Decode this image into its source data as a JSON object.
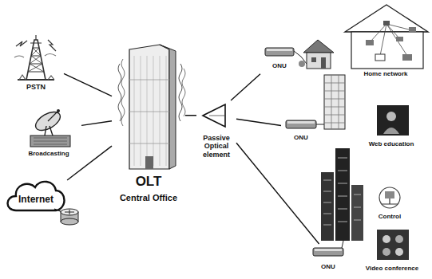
{
  "diagram": {
    "nodes": [
      {
        "text": [
          "PSTN"
        ]
      },
      {
        "text": [
          "Broadcasting"
        ]
      },
      {
        "text": [
          "Internet"
        ]
      },
      {
        "text": [
          "OLT",
          "Central Office"
        ]
      },
      {
        "text": [
          "Passive Optical element"
        ]
      },
      {
        "text": [
          "ONU"
        ]
      },
      {
        "text": [
          "ONU"
        ]
      },
      {
        "text": [
          "ONU"
        ]
      },
      {
        "text": [
          "Home network"
        ]
      },
      {
        "text": [
          "Web education"
        ]
      },
      {
        "text": [
          "Control"
        ]
      },
      {
        "text": [
          "Video conference"
        ]
      }
    ],
    "edges": [
      {
        "from": 0,
        "to": 3,
        "arrow": "none"
      },
      {
        "from": 1,
        "to": 3,
        "arrow": "none"
      },
      {
        "from": 2,
        "to": 3,
        "arrow": "none"
      },
      {
        "from": 3,
        "to": 4,
        "arrow": "none"
      },
      {
        "from": 4,
        "to": 5,
        "arrow": "none"
      },
      {
        "from": 4,
        "to": 6,
        "arrow": "none"
      },
      {
        "from": 4,
        "to": 7,
        "arrow": "none"
      }
    ]
  }
}
